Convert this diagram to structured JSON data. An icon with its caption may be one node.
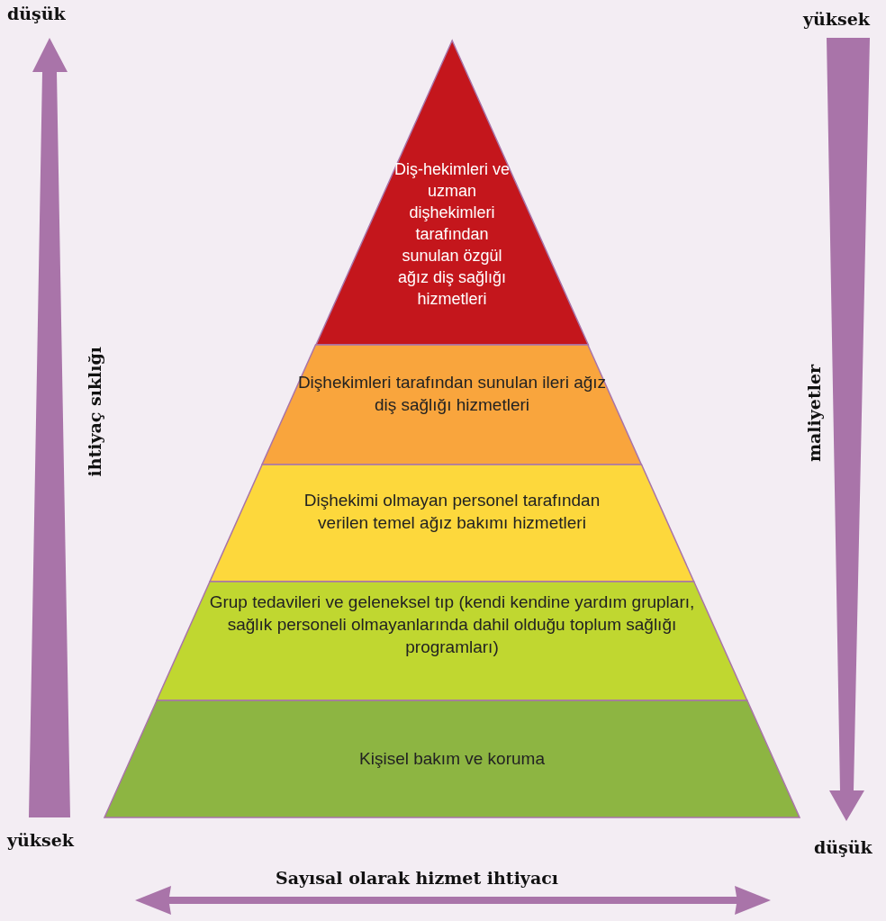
{
  "diagram": {
    "nodes": [
      {
        "text": [
          "Diş-hekimleri ve uzman dişhekimleri tarafından sunulan özgül ağız diş sağlığı hizmetleri"
        ]
      },
      {
        "text": [
          "Dişhekimleri tarafından sunulan ileri ağız diş sağlığı hizmetleri"
        ]
      },
      {
        "text": [
          "Dişhekimi olmayan personel tarafından verilen temel ağız bakımı hizmetleri"
        ]
      },
      {
        "text": [
          "Grup tedavileri ve geleneksel tıp (kendi kendine yardım grupları, sağlık personeli olmayanlarında dahil olduğu toplum sağlığı programları)"
        ]
      },
      {
        "text": [
          "Kişisel bakım ve koruma"
        ]
      }
    ],
    "labels": [
      "düşük",
      "yüksek",
      "ihtiyaç sıklığı",
      "maliyetler",
      "yüksek",
      "düşük",
      "Sayısal olarak hizmet ihtiyacı"
    ]
  }
}
